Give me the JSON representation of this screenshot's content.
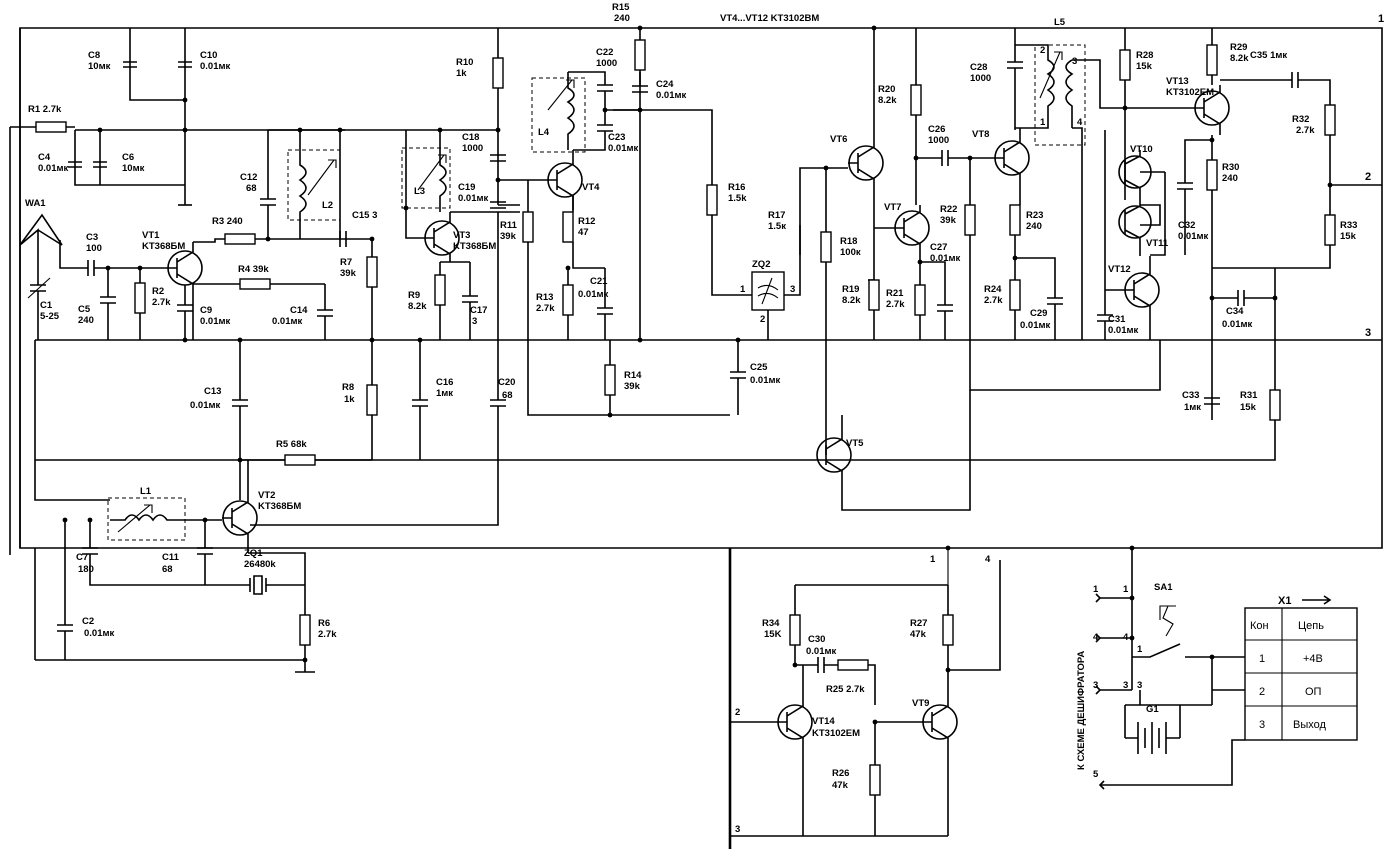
{
  "header": {
    "r15_name": "R15",
    "r15_val": "240",
    "transistor_note": "VT4...VT12 KT3102BM"
  },
  "components": {
    "R1": "R1 2.7k",
    "C8": [
      "C8",
      "10мк"
    ],
    "C10": [
      "C10",
      "0.01мк"
    ],
    "C4": [
      "C4",
      "0.01мк"
    ],
    "C6": [
      "C6",
      "10мк"
    ],
    "WA1": "WA1",
    "C1": [
      "C1",
      "5-25"
    ],
    "C3": [
      "C3",
      "100"
    ],
    "C5": [
      "C5",
      "240"
    ],
    "VT1": [
      "VT1",
      "KT368БМ"
    ],
    "R2": [
      "R2",
      "2.7k"
    ],
    "R3": "R3 240",
    "C12": [
      "C12",
      "68"
    ],
    "L2": "L2",
    "C15": "C15 3",
    "R4": "R4 39k",
    "C9": [
      "C9",
      "0.01мк"
    ],
    "C14": [
      "C14",
      "0.01мк"
    ],
    "R7": [
      "R7",
      "39k"
    ],
    "L3": "L3",
    "VT3": [
      "VT3",
      "KT368БМ"
    ],
    "R9": [
      "R9",
      "8.2k"
    ],
    "C17": [
      "C17",
      "3"
    ],
    "R10": [
      "R10",
      "1k"
    ],
    "C18": [
      "C18",
      "1000"
    ],
    "C19": [
      "C19",
      "0.01мк"
    ],
    "R11": [
      "R11",
      "39k"
    ],
    "C22": [
      "C22",
      "1000"
    ],
    "C24": [
      "C24",
      "0.01мк"
    ],
    "L4": "L4",
    "C23": [
      "C23",
      "0.01мк"
    ],
    "VT4": "VT4",
    "R12": [
      "R12",
      "47"
    ],
    "R13": [
      "R13",
      "2.7k"
    ],
    "C21": [
      "C21",
      "0.01мк"
    ],
    "R14": [
      "R14",
      "39k"
    ],
    "R16": [
      "R16",
      "1.5k"
    ],
    "ZQ2": "ZQ2",
    "C25": [
      "C25",
      "0.01мк"
    ],
    "VT6": "VT6",
    "R17": [
      "R17",
      "1.5к"
    ],
    "R18": [
      "R18",
      "100к"
    ],
    "R19": [
      "R19",
      "8.2k"
    ],
    "R20": [
      "R20",
      "8.2k"
    ],
    "VT7": "VT7",
    "R21": [
      "R21",
      "2.7k"
    ],
    "C26": [
      "C26",
      "1000"
    ],
    "C27": [
      "C27",
      "0.01мк"
    ],
    "R22": [
      "R22",
      "39k"
    ],
    "C28": [
      "C28",
      "1000"
    ],
    "VT8": "VT8",
    "R23": [
      "R23",
      "240"
    ],
    "R24": [
      "R24",
      "2.7k"
    ],
    "C29": [
      "C29",
      "0.01мк"
    ],
    "L5": "L5",
    "R28": [
      "R28",
      "15k"
    ],
    "R29": [
      "R29",
      "8.2k"
    ],
    "C35": "C35 1мк",
    "VT13": [
      "VT13",
      "KT3102EM"
    ],
    "VT10": "VT10",
    "VT11": "VT11",
    "R30": [
      "R30",
      "240"
    ],
    "C32": [
      "C32",
      "0.01мк"
    ],
    "R32": [
      "R32",
      "2.7k"
    ],
    "R33": [
      "R33",
      "15k"
    ],
    "VT12": "VT12",
    "C31": [
      "C31",
      "0.01мк"
    ],
    "C34": [
      "C34",
      "0.01мк"
    ],
    "C33": [
      "C33",
      "1мк"
    ],
    "R31": [
      "R31",
      "15k"
    ],
    "C13": [
      "C13",
      "0.01мк"
    ],
    "R8": [
      "R8",
      "1k"
    ],
    "C16": [
      "C16",
      "1мк"
    ],
    "C20": [
      "C20",
      "68"
    ],
    "R5": "R5 68k",
    "VT5": "VT5",
    "L1": "L1",
    "VT2": [
      "VT2",
      "KT368БМ"
    ],
    "C7": [
      "C7",
      "180"
    ],
    "C11": [
      "C11",
      "68"
    ],
    "ZQ1": [
      "ZQ1",
      "26480k"
    ],
    "C2": [
      "C2",
      "0.01мк"
    ],
    "R6": [
      "R6",
      "2.7k"
    ],
    "R34": [
      "R34",
      "15K"
    ],
    "C30": [
      "C30",
      "0.01мк"
    ],
    "R25": "R25 2.7k",
    "R27": [
      "R27",
      "47k"
    ],
    "VT14": [
      "VT14",
      "KT3102EM"
    ],
    "VT9": "VT9",
    "R26": [
      "R26",
      "47k"
    ],
    "SA1": "SA1",
    "G1": "G1",
    "X1": "X1"
  },
  "nodes": {
    "n1": "1",
    "n2": "2",
    "n3": "3",
    "n4": "4",
    "n5": "5"
  },
  "side_label": "К СХЕМЕ ДЕШИФРАТОРА",
  "table": {
    "headers": [
      "Кон",
      "Цепь"
    ],
    "rows": [
      [
        "1",
        "+4B"
      ],
      [
        "2",
        "ОП"
      ],
      [
        "3",
        "Выход"
      ]
    ]
  }
}
